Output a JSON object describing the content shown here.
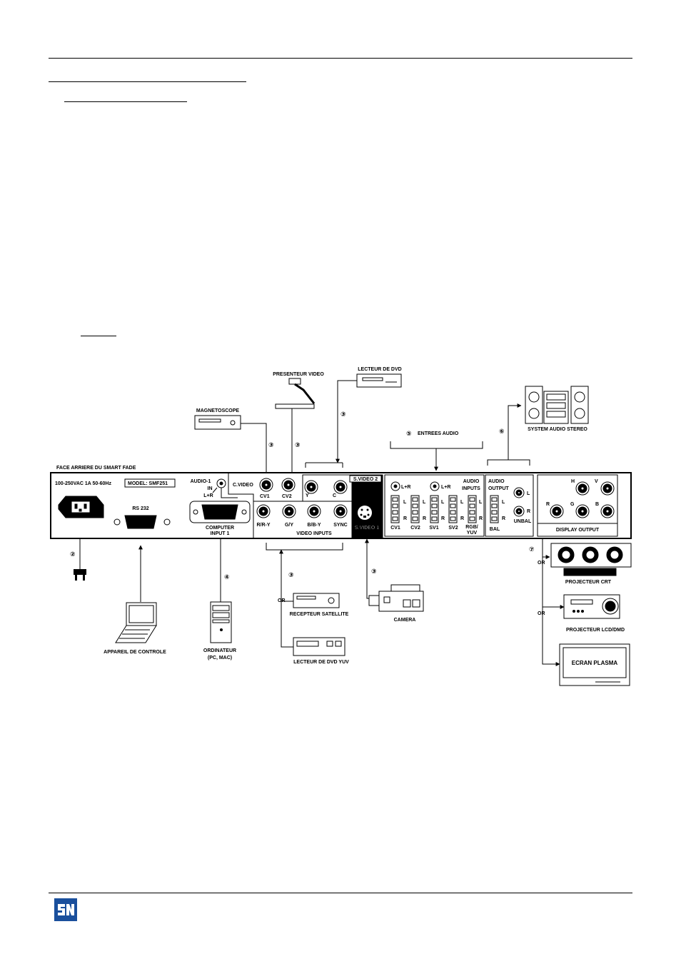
{
  "page": {
    "background": "#ffffff",
    "ink": "#000000",
    "panel_fill": "#ffffff",
    "dark_fill": "#000000"
  },
  "devices": {
    "presenter": "PRESENTEUR VIDEO",
    "dvd_player": "LECTEUR DE DVD",
    "vcr": "MAGNETOSCOPE",
    "audio_inputs_label": "ENTREES AUDIO",
    "audio_system": "SYSTEM AUDIO STEREO",
    "satellite": "RECEPTEUR SATELLITE",
    "dvd_yuv": "LECTEUR DE DVD YUV",
    "camera": "CAMERA",
    "control_device": "APPAREIL DE CONTROLE",
    "computer_line1": "ORDINATEUR",
    "computer_line2": "(PC, MAC)",
    "crt_projector": "PROJECTEUR CRT",
    "lcd_projector": "PROJECTEUR LCD/DMD",
    "plasma": "ECRAN PLASMA"
  },
  "markers": {
    "m2": "②",
    "m3": "③",
    "m4": "④",
    "m5": "⑤",
    "m6": "⑥",
    "m7": "⑦",
    "or": "OR"
  },
  "panel": {
    "title": "FACE ARRIERE DU SMART FADE",
    "power": "100-250VAC 1A 50-60Hz",
    "model": "MODEL: SMF251",
    "rs232": "RS 232",
    "audio1_line1": "AUDIO-1",
    "audio1_line2": "IN",
    "lr": "L+R",
    "computer_line1": "COMPUTER",
    "computer_line2": "INPUT 1",
    "cvideo": "C.VIDEO",
    "cv1": "CV1",
    "cv2": "CV2",
    "svideo2": "S.VIDEO 2",
    "y": "Y",
    "c": "C",
    "ry": "R/R-Y",
    "gy": "G/Y",
    "by": "B/B-Y",
    "sync": "SYNC",
    "svideo1": "S.VIDEO 1",
    "video_inputs": "VIDEO INPUTS",
    "audio_lr1": "L+R",
    "audio_lr2": "L+R",
    "audio_inputs_line1": "AUDIO",
    "audio_inputs_line2": "INPUTS",
    "l": "L",
    "r": "R",
    "a_cv1": "CV1",
    "a_cv2": "CV2",
    "a_sv1": "SV1",
    "a_sv2": "SV2",
    "a_rgb1": "RGB/",
    "a_rgb2": "YUV",
    "audio_output_line1": "AUDIO",
    "audio_output_line2": "OUTPUT",
    "bal": "BAL",
    "unbal": "UNBAL",
    "h": "H",
    "v": "V",
    "g": "G",
    "b": "B",
    "display_output": "DISPLAY OUTPUT"
  }
}
